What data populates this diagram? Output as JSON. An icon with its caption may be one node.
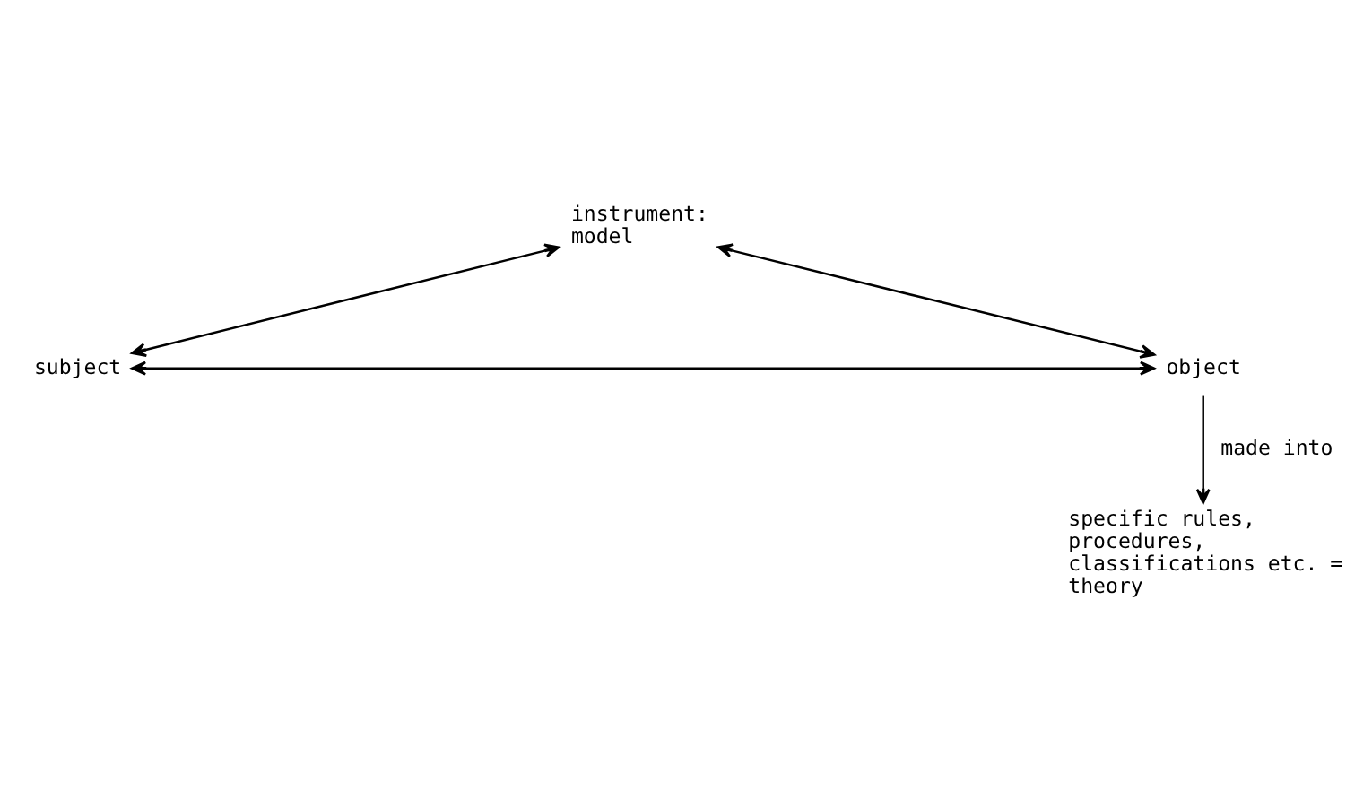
{
  "diagram": {
    "nodes": [
      {
        "text": [
          "instrument: model"
        ]
      },
      {
        "text": [
          "subject"
        ]
      },
      {
        "text": [
          "object"
        ]
      },
      {
        "text": [
          "specific rules, procedures, classifications etc. = theory"
        ]
      }
    ],
    "edges": [
      {
        "from": 0,
        "to": 1,
        "arrow": "both"
      },
      {
        "from": 0,
        "to": 2,
        "arrow": "both"
      },
      {
        "from": 1,
        "to": 2,
        "arrow": "both"
      },
      {
        "from": 2,
        "to": 3,
        "arrow": "to",
        "label": "made into"
      }
    ]
  }
}
